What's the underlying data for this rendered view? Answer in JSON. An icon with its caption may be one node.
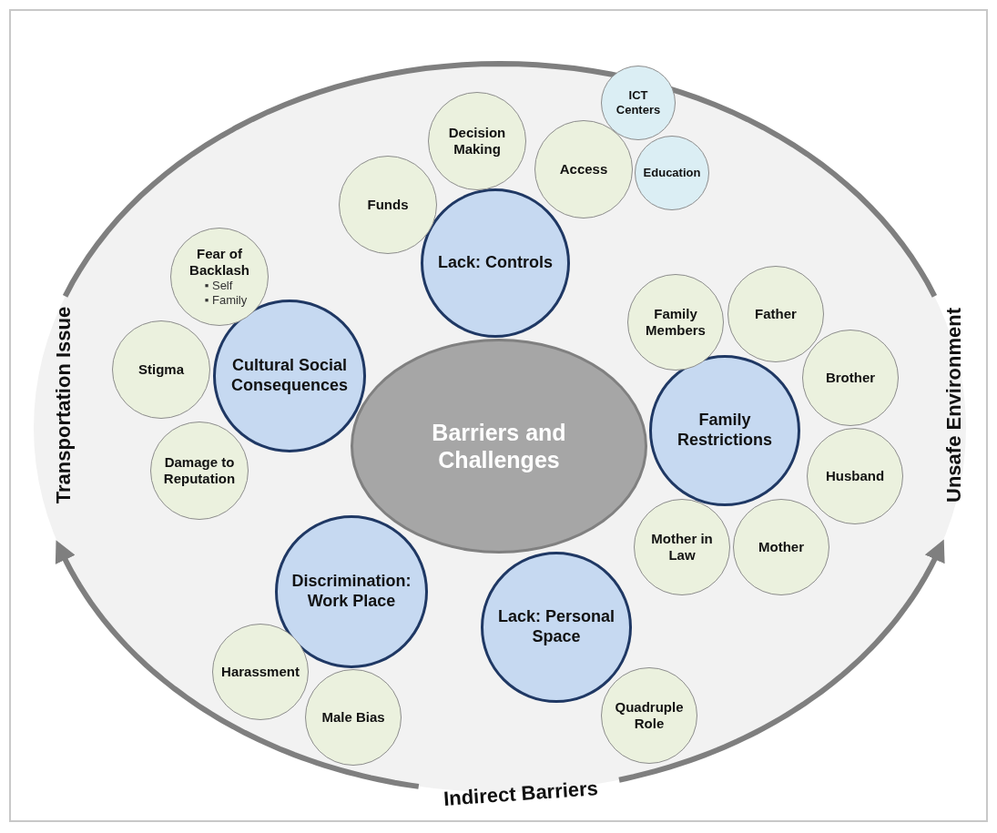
{
  "diagram": {
    "nodes": [
      {
        "text": [
          "Barriers and Challenges"
        ]
      },
      {
        "text": [
          "Lack: Controls"
        ]
      },
      {
        "text": [
          "Funds"
        ]
      },
      {
        "text": [
          "Decision Making"
        ]
      },
      {
        "text": [
          "Access"
        ]
      },
      {
        "text": [
          "ICT Centers"
        ]
      },
      {
        "text": [
          "Education"
        ]
      },
      {
        "text": [
          "Cultural Social Consequences"
        ]
      },
      {
        "text": [
          "Fear of Backlash",
          "▪ Self",
          "▪ Family"
        ]
      },
      {
        "text": [
          "Stigma"
        ]
      },
      {
        "text": [
          "Damage to Reputation"
        ]
      },
      {
        "text": [
          "Family Restrictions"
        ]
      },
      {
        "text": [
          "Family Members"
        ]
      },
      {
        "text": [
          "Father"
        ]
      },
      {
        "text": [
          "Brother"
        ]
      },
      {
        "text": [
          "Husband"
        ]
      },
      {
        "text": [
          "Mother in Law"
        ]
      },
      {
        "text": [
          "Mother"
        ]
      },
      {
        "text": [
          "Discrimination: Work Place"
        ]
      },
      {
        "text": [
          "Harassment"
        ]
      },
      {
        "text": [
          "Male Bias"
        ]
      },
      {
        "text": [
          "Lack: Personal Space"
        ]
      },
      {
        "text": [
          "Quadruple Role"
        ]
      }
    ],
    "labels": [
      "Transportation Issue",
      "Unsafe Environment",
      "Indirect Barriers"
    ]
  }
}
